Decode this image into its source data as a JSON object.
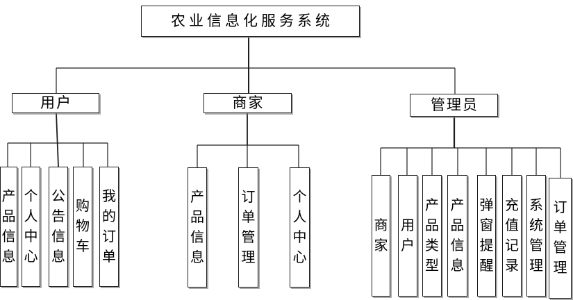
{
  "diagram": {
    "title": "农业信息化服务系统",
    "root": {
      "label": "农业信息化服务系统"
    },
    "groups": [
      {
        "label": "用户",
        "children": [
          "产品信息",
          "个人中心",
          "公告信息",
          "购物车",
          "我的订单"
        ]
      },
      {
        "label": "商家",
        "children": [
          "产品信息",
          "订单管理",
          "个人中心"
        ]
      },
      {
        "label": "管理员",
        "children": [
          "商家",
          "用户",
          "产品类型",
          "产品信息",
          "弹窗提醒",
          "充值记录",
          "系统管理",
          "订单管理"
        ]
      }
    ],
    "colors": {
      "line": "#1d1d1d",
      "box_border": "#1d1d1d",
      "box_fill": "#ffffff",
      "shadow": "#808080",
      "text": "#000000",
      "background": "#ffffff"
    }
  }
}
